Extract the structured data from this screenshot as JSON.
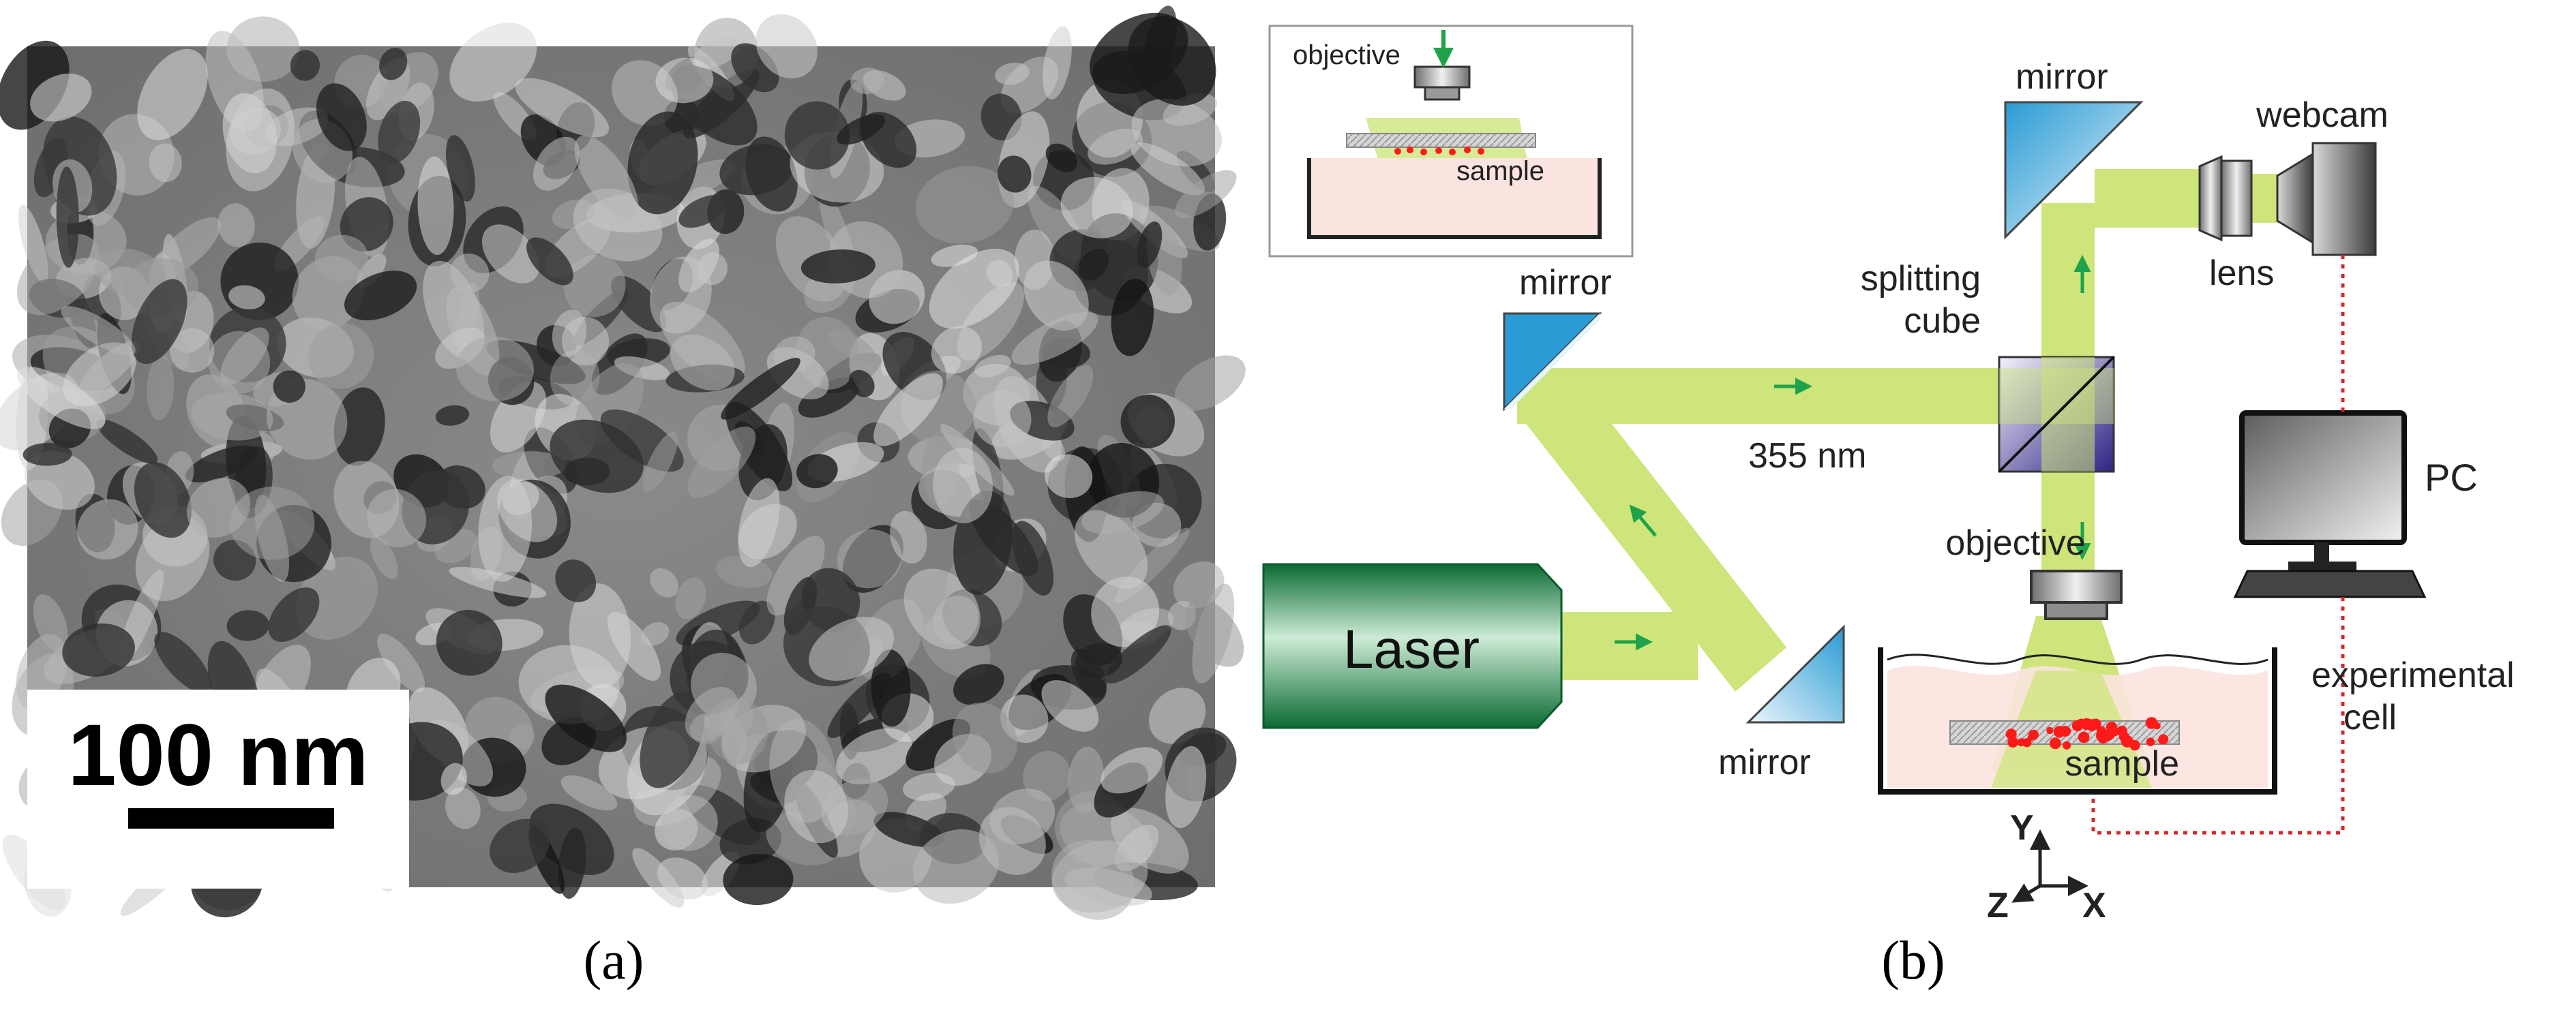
{
  "panel_a": {
    "scale_bar_label": "100 nm",
    "caption": "(a)"
  },
  "panel_b": {
    "caption": "(b)",
    "inset": {
      "objective_label": "objective",
      "sample_label": "sample"
    },
    "laser_label": "Laser",
    "mirror_top_left_label": "mirror",
    "mirror_bottom_label": "mirror",
    "mirror_top_right_label": "mirror",
    "splitting_cube_label_1": "splitting",
    "splitting_cube_label_2": "cube",
    "wavelength_label": "355 nm",
    "objective_label": "objective",
    "sample_label": "sample",
    "lens_label": "lens",
    "webcam_label": "webcam",
    "pc_label": "PC",
    "experimental_cell_label_1": "experimental",
    "experimental_cell_label_2": "cell",
    "axis_y": "Y",
    "axis_z": "Z",
    "axis_x": "X"
  },
  "colors": {
    "beam": "#cde57a",
    "beam_dark": "#b3c86a",
    "arrow": "#1fa34a",
    "laser_dark": "#0e7a3c",
    "laser_light": "#b9e3c6",
    "mirror_blue": "#3aa7d8",
    "cube_purple": "#3a2e8c",
    "cell_fill": "#fbe3df",
    "particles": "#ff1a1a",
    "cable": "#d8262b"
  }
}
